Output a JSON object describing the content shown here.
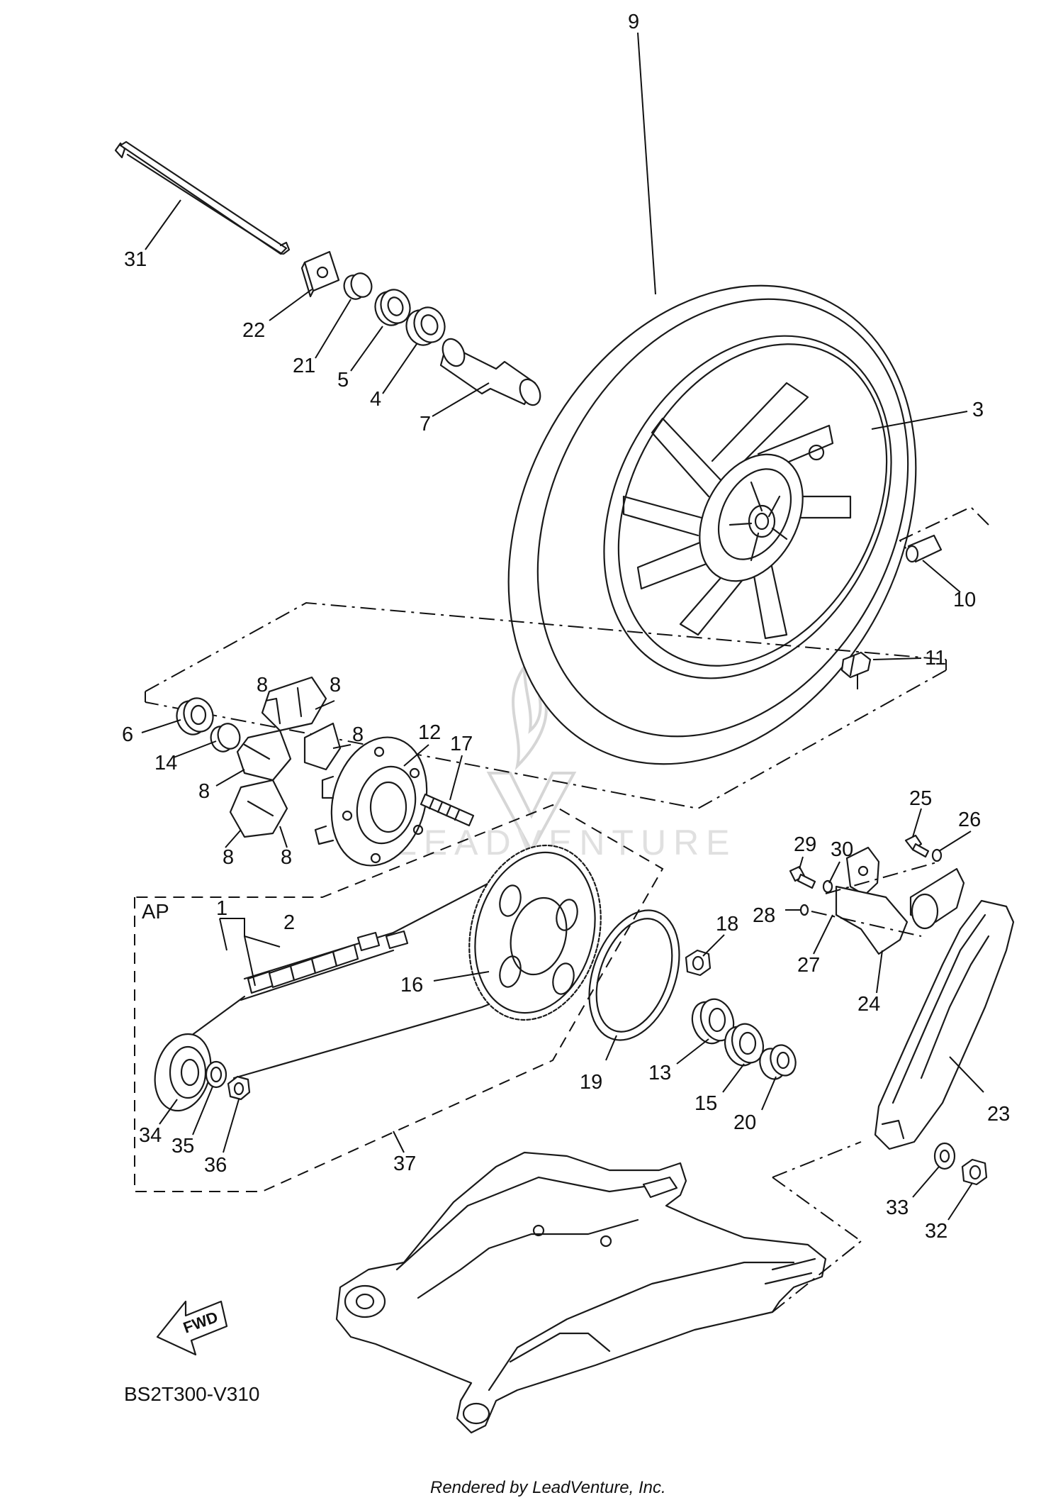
{
  "diagram_code": "BS2T300-V310",
  "footer_text": "Rendered by LeadVenture, Inc.",
  "watermark_text": "LEADVENTURE",
  "fwd_label": "FWD",
  "assembly_label": "AP",
  "callouts": [
    {
      "id": "1",
      "label": "1"
    },
    {
      "id": "2",
      "label": "2"
    },
    {
      "id": "3",
      "label": "3"
    },
    {
      "id": "4",
      "label": "4"
    },
    {
      "id": "5",
      "label": "5"
    },
    {
      "id": "6",
      "label": "6"
    },
    {
      "id": "7",
      "label": "7"
    },
    {
      "id": "8a",
      "label": "8"
    },
    {
      "id": "8b",
      "label": "8"
    },
    {
      "id": "8c",
      "label": "8"
    },
    {
      "id": "8d",
      "label": "8"
    },
    {
      "id": "8e",
      "label": "8"
    },
    {
      "id": "8f",
      "label": "8"
    },
    {
      "id": "9",
      "label": "9"
    },
    {
      "id": "10",
      "label": "10"
    },
    {
      "id": "11",
      "label": "11"
    },
    {
      "id": "12",
      "label": "12"
    },
    {
      "id": "13",
      "label": "13"
    },
    {
      "id": "14",
      "label": "14"
    },
    {
      "id": "15",
      "label": "15"
    },
    {
      "id": "16",
      "label": "16"
    },
    {
      "id": "17",
      "label": "17"
    },
    {
      "id": "18",
      "label": "18"
    },
    {
      "id": "19",
      "label": "19"
    },
    {
      "id": "20",
      "label": "20"
    },
    {
      "id": "21",
      "label": "21"
    },
    {
      "id": "22",
      "label": "22"
    },
    {
      "id": "23",
      "label": "23"
    },
    {
      "id": "24",
      "label": "24"
    },
    {
      "id": "25",
      "label": "25"
    },
    {
      "id": "26",
      "label": "26"
    },
    {
      "id": "27",
      "label": "27"
    },
    {
      "id": "28",
      "label": "28"
    },
    {
      "id": "29",
      "label": "29"
    },
    {
      "id": "30",
      "label": "30"
    },
    {
      "id": "31",
      "label": "31"
    },
    {
      "id": "32",
      "label": "32"
    },
    {
      "id": "33",
      "label": "33"
    },
    {
      "id": "34",
      "label": "34"
    },
    {
      "id": "35",
      "label": "35"
    },
    {
      "id": "36",
      "label": "36"
    },
    {
      "id": "37",
      "label": "37"
    }
  ]
}
